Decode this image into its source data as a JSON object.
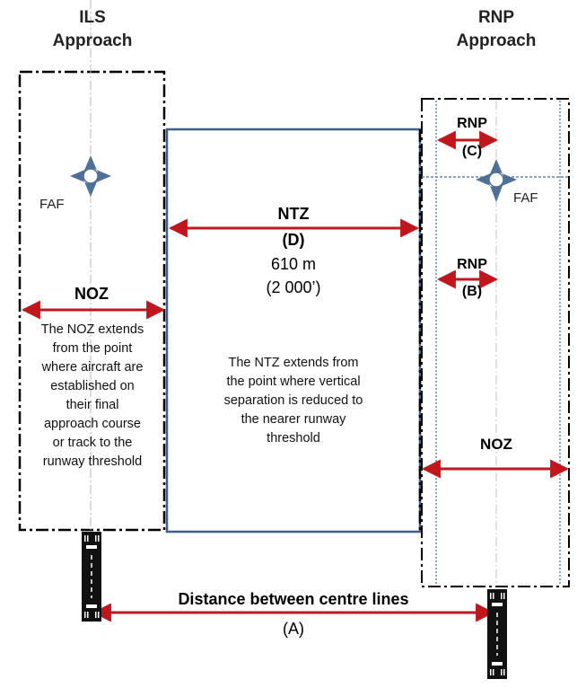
{
  "ils": {
    "title_line1": "ILS",
    "title_line2": "Approach",
    "faf": "FAF",
    "noz": "NOZ",
    "noz_desc": [
      "The NOZ extends",
      "from the point",
      "where aircraft are",
      "established on",
      "their final",
      "approach course",
      "or track to the",
      "runway threshold"
    ]
  },
  "rnp": {
    "title_line1": "RNP",
    "title_line2": "Approach",
    "faf": "FAF",
    "rnp_c_label": "RNP",
    "rnp_c_letter": "(C)",
    "rnp_b_label": "RNP",
    "rnp_b_letter": "(B)",
    "noz": "NOZ"
  },
  "ntz": {
    "label": "NTZ",
    "letter": "(D)",
    "metric": "610 m",
    "imperial": "(2 000’)",
    "desc": [
      "The NTZ extends from",
      "the point where vertical",
      "separation is reduced to",
      "the nearer runway",
      "threshold"
    ]
  },
  "distance": {
    "label": "Distance between centre lines",
    "letter": "(A)"
  },
  "colors": {
    "arrow": "#c0161c",
    "ntz_border": "#3d5f8c",
    "faf_fill": "#4f6f97"
  }
}
